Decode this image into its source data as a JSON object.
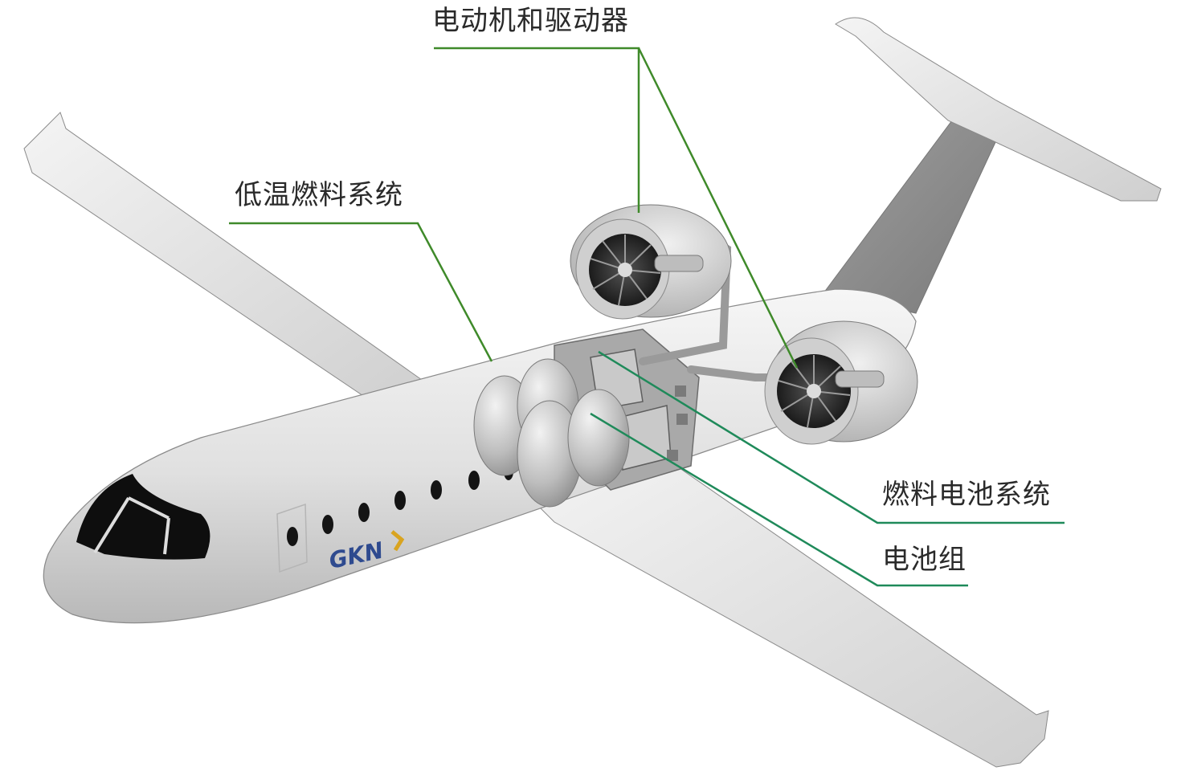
{
  "labels": {
    "motor_drive": "电动机和驱动器",
    "low_temp_fuel": "低温燃料系统",
    "fuel_cell": "燃料电池系统",
    "battery_pack": "电池组"
  },
  "logo": {
    "text": "GKN"
  },
  "colors": {
    "leader_line": "#3f8a2a",
    "leader_line_teal": "#1f8a5a",
    "body": "#e4e4e4",
    "logo_blue": "#2e4a8f",
    "logo_gold": "#d9a420"
  }
}
